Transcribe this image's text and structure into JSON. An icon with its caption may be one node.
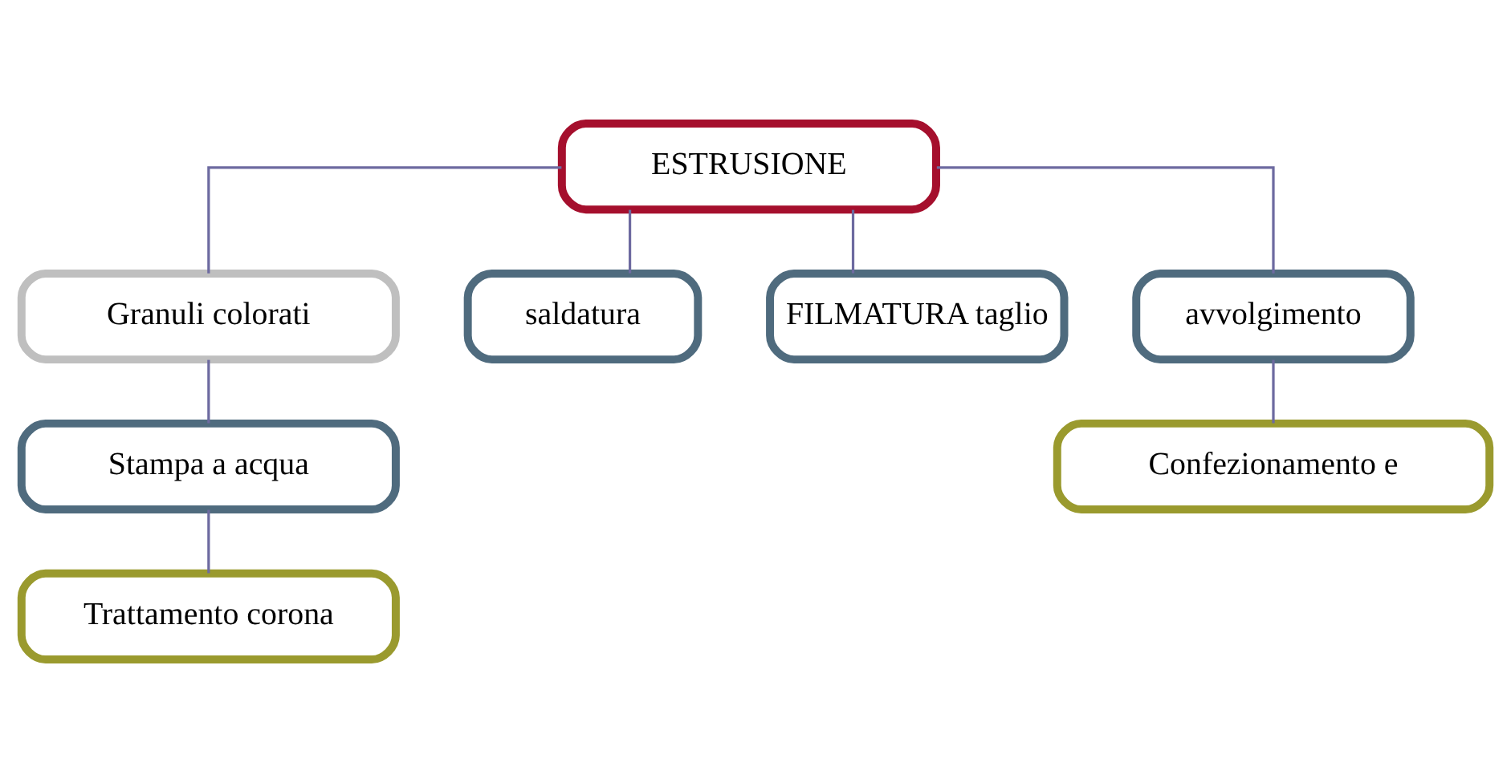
{
  "diagram": {
    "nodes": [
      {
        "text": [
          "ESTRUSIONE"
        ]
      },
      {
        "text": [
          "Granuli colorati"
        ]
      },
      {
        "text": [
          "Stampa a acqua"
        ]
      },
      {
        "text": [
          "Trattamento corona"
        ]
      },
      {
        "text": [
          "saldatura"
        ]
      },
      {
        "text": [
          "FILMATURA taglio"
        ]
      },
      {
        "text": [
          "avvolgimento"
        ]
      },
      {
        "text": [
          "Confezionamento e"
        ]
      }
    ],
    "edges": [
      {
        "from": 0,
        "to": 1,
        "arrow": "none"
      },
      {
        "from": 1,
        "to": 2,
        "arrow": "none"
      },
      {
        "from": 2,
        "to": 3,
        "arrow": "none"
      },
      {
        "from": 0,
        "to": 4,
        "arrow": "none"
      },
      {
        "from": 0,
        "to": 5,
        "arrow": "none"
      },
      {
        "from": 0,
        "to": 6,
        "arrow": "none"
      },
      {
        "from": 6,
        "to": 7,
        "arrow": "none"
      }
    ]
  }
}
